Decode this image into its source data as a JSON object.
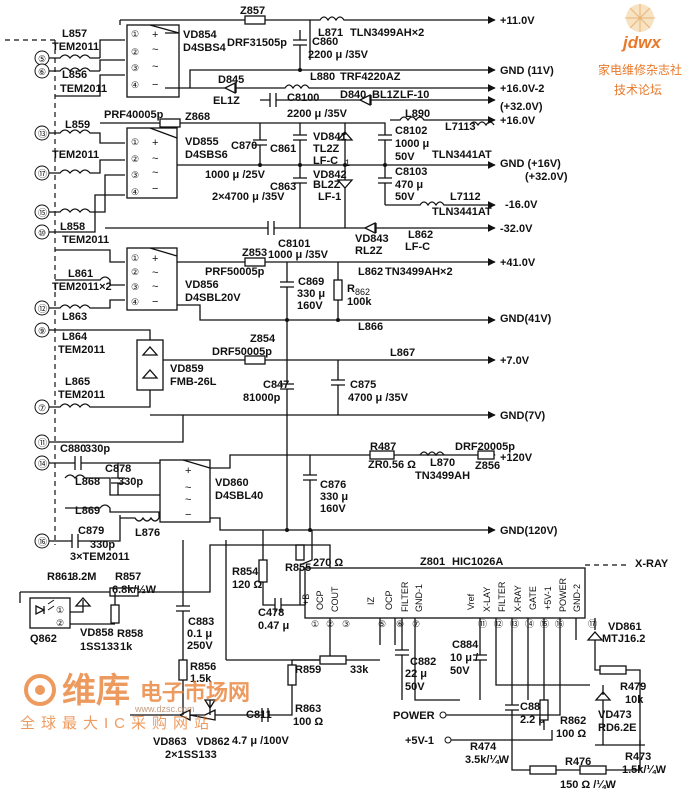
{
  "brand": {
    "logo_text": "jdwx",
    "line1": "家电维修杂志社",
    "line2": "技术论坛"
  },
  "watermark": {
    "main": "维库",
    "sub": "电子市场网",
    "url": "www.dzsc.com",
    "line2": "全球最大IC采购网站"
  },
  "rails": [
    {
      "id": "r11",
      "label": "+11.0V"
    },
    {
      "id": "gnd11",
      "label": "GND (11V)"
    },
    {
      "id": "p16_2",
      "label": "+16.0V-2"
    },
    {
      "id": "p32a",
      "label": "(+32.0V)"
    },
    {
      "id": "p16",
      "label": "+16.0V"
    },
    {
      "id": "gnd16",
      "label": "GND (+16V)"
    },
    {
      "id": "p32b",
      "label": "(+32.0V)"
    },
    {
      "id": "m16",
      "label": "-16.0V"
    },
    {
      "id": "m32",
      "label": "-32.0V"
    },
    {
      "id": "p41",
      "label": "+41.0V"
    },
    {
      "id": "gnd41",
      "label": "GND(41V)"
    },
    {
      "id": "p7",
      "label": "+7.0V"
    },
    {
      "id": "gnd7",
      "label": "GND(7V)"
    },
    {
      "id": "p120",
      "label": "+120V"
    },
    {
      "id": "gnd120",
      "label": "GND(120V)"
    },
    {
      "id": "xray",
      "label": "X-RAY"
    }
  ],
  "pins": [
    "⑤",
    "⑥",
    "⑬",
    "⑰",
    "⑮",
    "⑩",
    "⑫",
    "⑨",
    "⑦",
    "⑪",
    "⑭",
    "⑯"
  ],
  "parts": {
    "L857": "L857",
    "TEM2011a": "TEM2011",
    "L856": "L856",
    "TEM2011b": "TEM2011",
    "L859": "L859",
    "TEM2011c": "TEM2011",
    "L858": "L858",
    "TEM2011d": "TEM2011",
    "L861": "L861",
    "TEM2011x2": "TEM2011×2",
    "L863": "L863",
    "L864": "L864",
    "TEM2011e": "TEM2011",
    "L865": "L865",
    "TEM2011f": "TEM2011",
    "C880": "C880",
    "C880v": "330p",
    "C878": "C878",
    "C878v": "330p",
    "L868": "L868",
    "L869": "L869",
    "C879": "C879",
    "C879v": "330p",
    "L876": "L876",
    "x3tem": "3×TEM2011",
    "VD854": "VD854",
    "D4SBS4": "D4SBS4",
    "Z857": "Z857",
    "DRF31505p": "DRF31505p",
    "L871": "L871",
    "C860": "C860",
    "C860v": "2200 μ /35V",
    "TLN3499": "TLN3499AH×2",
    "D845": "D845",
    "EL1Z": "EL1Z",
    "L880": "L880",
    "TRF4220AZ": "TRF4220AZ",
    "C8100": "C8100",
    "C8100v": "2200 μ /35V",
    "D840": "D840",
    "BL1Z": "BL1Z",
    "LF10": "LF-10",
    "L890": "L890",
    "L7113": "L7113",
    "PRF40005p": "PRF40005p",
    "Z868": "Z868",
    "VD855": "VD855",
    "D4SBS6": "D4SBS6",
    "C870": "C870",
    "C861": "C861",
    "VD841": "VD841",
    "TL2Z": "TL2Z",
    "LFC1a": "LF-C",
    "C8102": "C8102",
    "C8102v1": "1000 μ",
    "C8102v2": "50V",
    "TLN3441a": "TLN3441AT",
    "C870v": "1000 μ /25V",
    "C863": "C863",
    "C863v": "2×4700 μ /35V",
    "VD842": "VD842",
    "BL2Z": "BL2Z",
    "LF1": "LF-1",
    "C8103": "C8103",
    "C8103v1": "470 μ",
    "C8103v2": "50V",
    "L7112": "L7112",
    "TLN3441b": "TLN3441AT",
    "C8101": "C8101",
    "C8101v": "1000 μ /35V",
    "VD843": "VD843",
    "RL2Z": "RL2Z",
    "L862a": "L862",
    "LFC1b": "LF-C",
    "VD856": "VD856",
    "D4SBL20V": "D4SBL20V",
    "Z853": "Z853",
    "PRF50005p": "PRF50005p",
    "C869": "C869",
    "C869v1": "330 μ",
    "C869v2": "160V",
    "R862": "R",
    "R862s": "862",
    "R862v": "100k",
    "L862b": "L862",
    "TN3499": "TN3499AH×2",
    "L866": "L866",
    "VD859": "VD859",
    "FMB26L": "FMB-26L",
    "Z854": "Z854",
    "DRF50005p": "DRF50005p",
    "L867": "L867",
    "C847": "C847",
    "C847v": "81000p",
    "C875": "C875",
    "C875v": "4700 μ /35V",
    "VD860": "VD860",
    "D4SBL40": "D4SBL40",
    "R487": "R487",
    "ZR056": "ZR0.56 Ω",
    "L870": "L870",
    "TN3499AH": "TN3499AH",
    "DRF20005p": "DRF20005p",
    "Z856": "Z856",
    "C876": "C876",
    "C876v1": "330 μ",
    "C876v2": "160V",
    "R861": "R861",
    "R861v": "8.2M",
    "R857": "R857",
    "R857v": "6.8k/½W",
    "VD858": "VD858",
    "1SS133": "1SS133",
    "Q862": "Q862",
    "R858": "R858",
    "R858v": "1k",
    "R854": "R854",
    "R854v": "120 Ω",
    "R855": "R855",
    "R855v": "270 Ω",
    "Z801": "Z801",
    "HIC": "HIC1026A",
    "C478": "C478",
    "C478v": "0.47 μ",
    "C883": "C883",
    "C883v1": "0.1 μ",
    "C883v2": "250V",
    "R856": "R856",
    "R856v": "1.5k",
    "R859": "R859",
    "R859v": "33k",
    "C882": "C882",
    "C882v1": "22 μ",
    "C882v2": "50V",
    "R863": "R863",
    "R863v": "100 Ω",
    "C884": "C884",
    "C884v1": "10 μ /",
    "C884v2": "50V",
    "C885": "C885",
    "C885v": "2.2 μ",
    "R862b": "R862",
    "R862bv": "100 Ω",
    "VD861": "VD861",
    "MTJ162": "MTJ16.2",
    "R479": "R479",
    "R479v": "10k",
    "VD473": "VD473",
    "RD62E": "RD6.2E",
    "VD863": "VD863",
    "VD862": "VD862",
    "x2ss": "2×1SS133",
    "C811": "C811",
    "C811v": "4.7 μ /100V",
    "POWER": "POWER",
    "p5v1": "+5V-1",
    "R474": "R474",
    "R474v": "3.5k/¼W",
    "R476": "R476",
    "R476v": "150 Ω /¼W",
    "R473": "R473",
    "R473v": "1.5k/¼W"
  },
  "ic": {
    "left_pins": [
      {
        "num": "①",
        "label": "+B"
      },
      {
        "num": "②",
        "label": "OCP"
      },
      {
        "num": "③",
        "label": "COUT"
      },
      {
        "num": "⑤",
        "label": "IZ"
      },
      {
        "num": "⑥",
        "label": "OCP"
      },
      {
        "num": "⑦",
        "label": "FILTER"
      },
      {
        "num": "",
        "label": "GND-1"
      }
    ],
    "right_pins": [
      {
        "num": "⑪",
        "label": "Vref"
      },
      {
        "num": "⑫",
        "label": "X-LAY"
      },
      {
        "num": "⑬",
        "label": "FILTER"
      },
      {
        "num": "⑭",
        "label": "X-RAY"
      },
      {
        "num": "⑮",
        "label": "GATE"
      },
      {
        "num": "⑯",
        "label": "+5V-1"
      },
      {
        "num": "⑰",
        "label": "POWER"
      },
      {
        "num": "",
        "label": "GND-2"
      }
    ]
  },
  "bridge_pins": [
    "①",
    "②",
    "③",
    "④"
  ]
}
